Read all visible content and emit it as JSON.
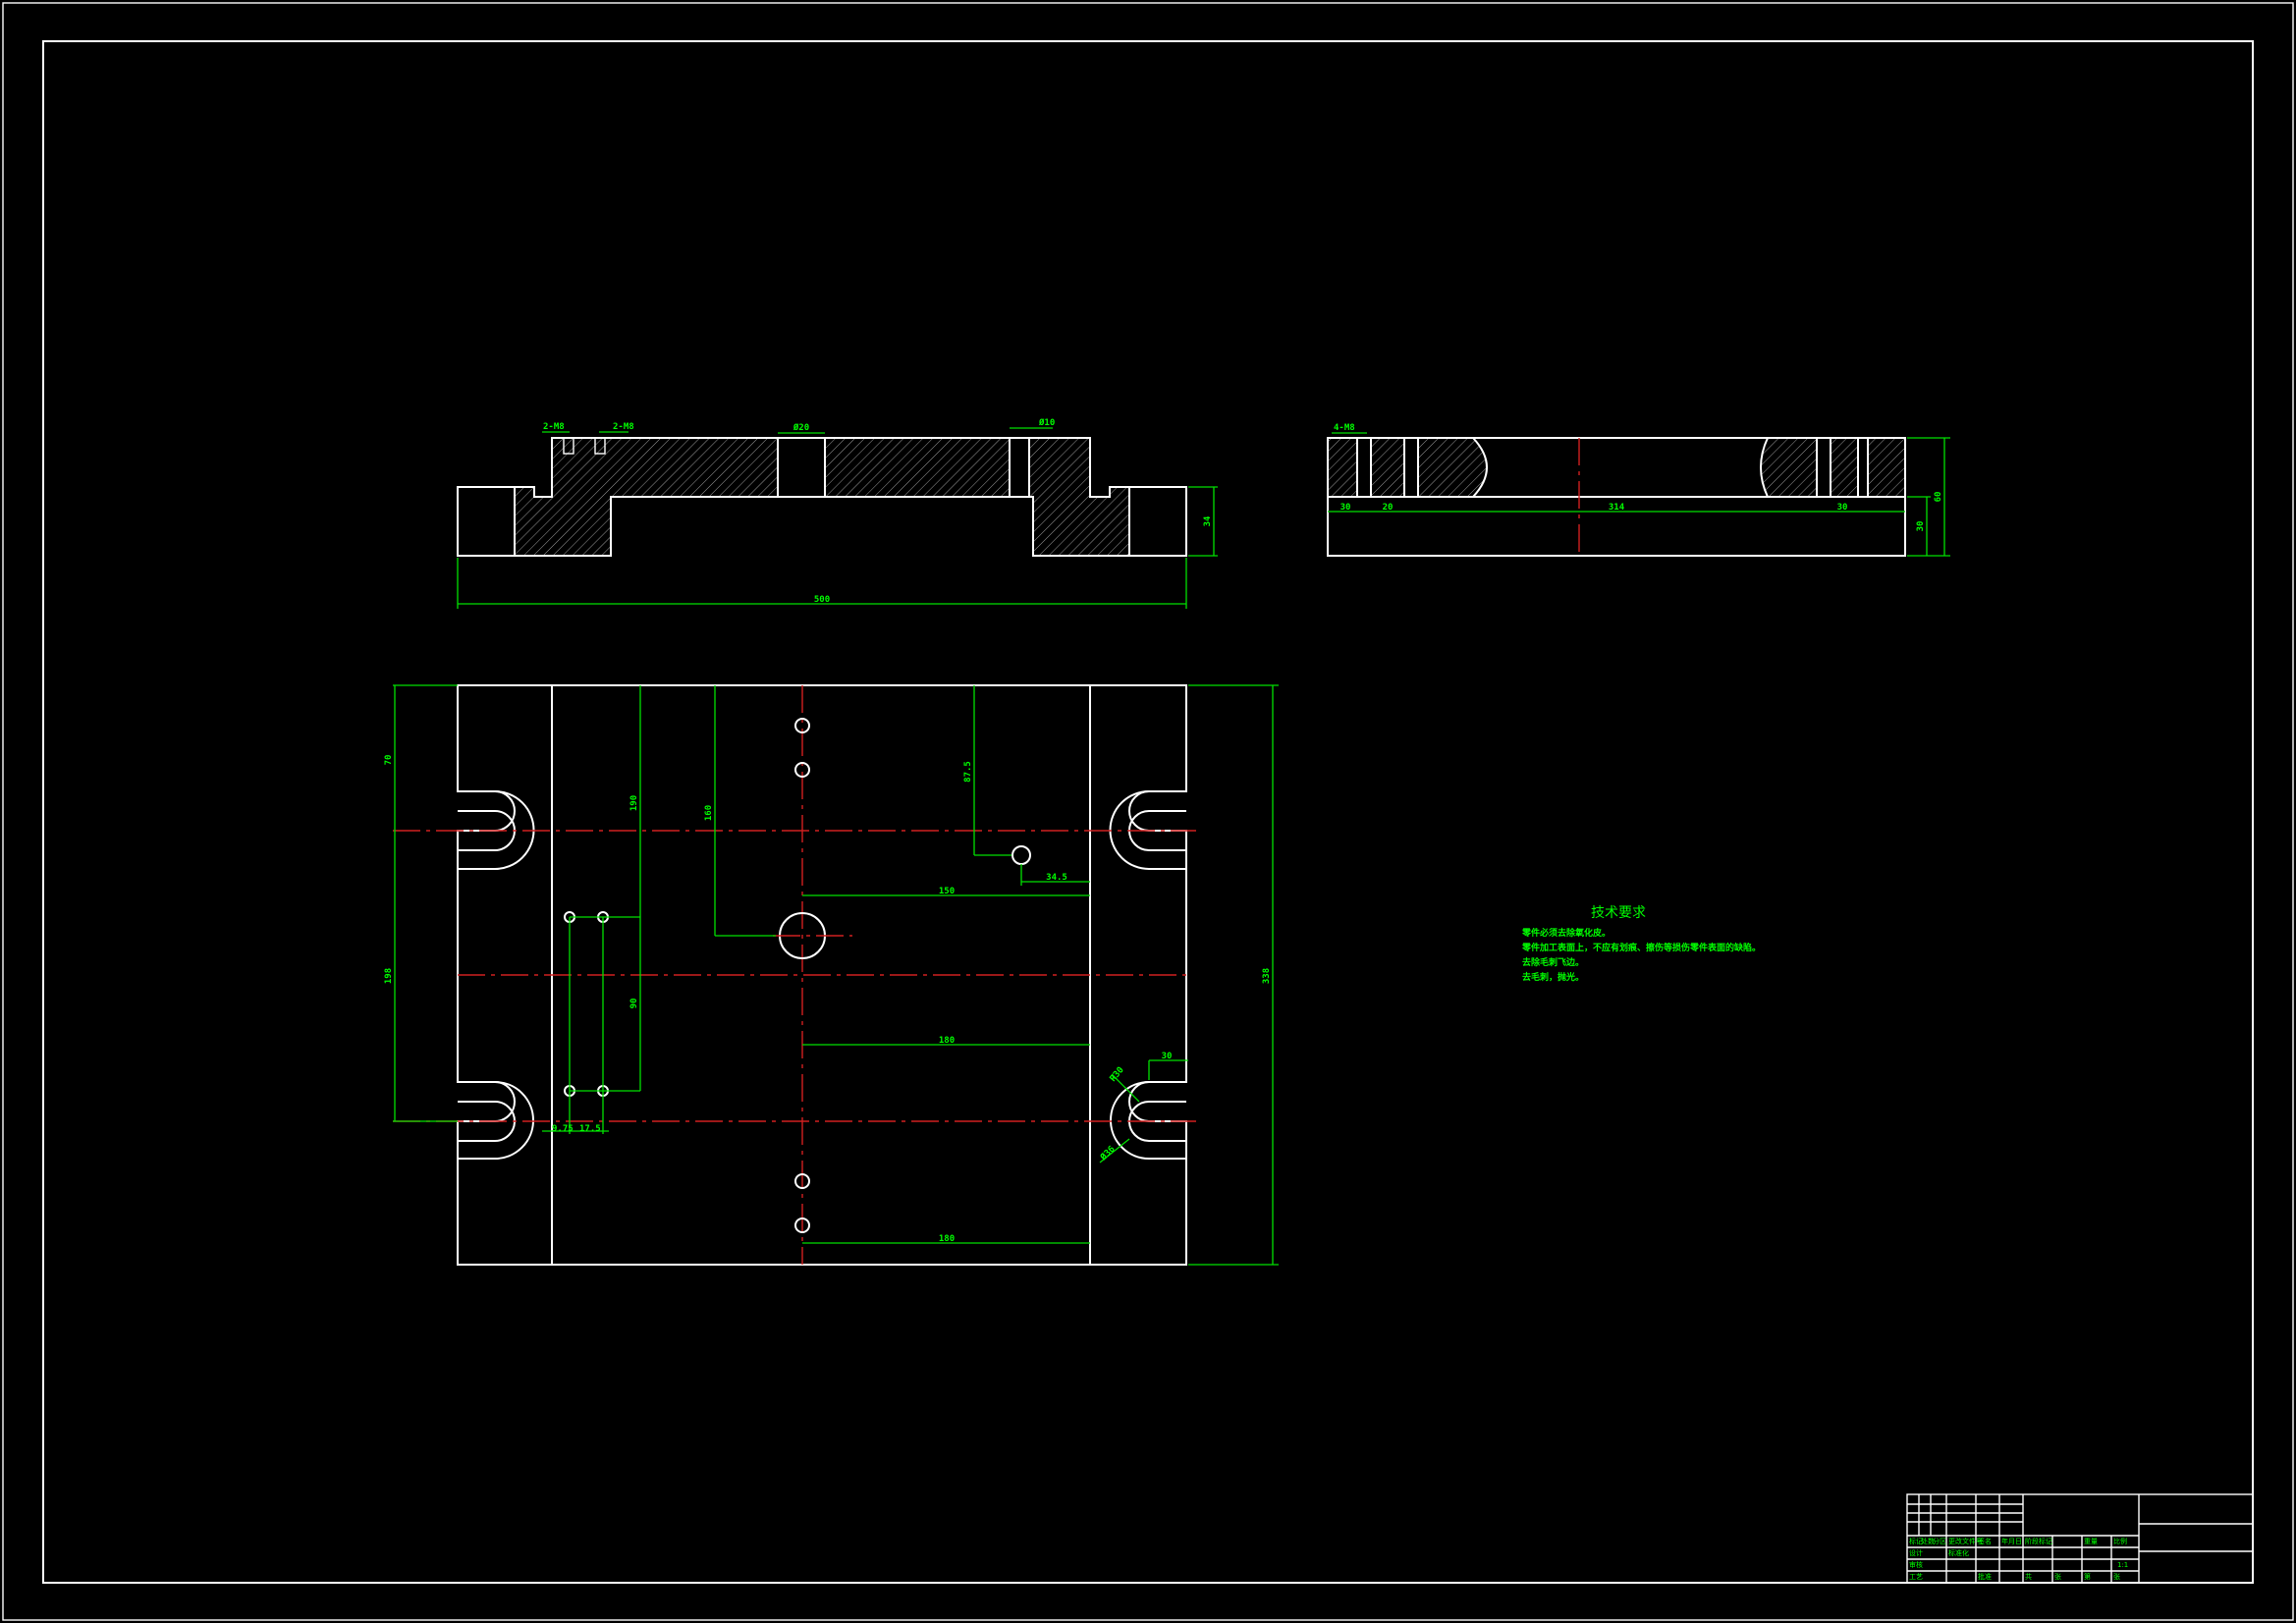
{
  "drawing": {
    "dimensions": {
      "front_screw_left": "2-M8",
      "front_screw_right": "2-M8",
      "front_hole_center": "Ø20",
      "front_hole_right": "Ø10",
      "front_height": "34",
      "front_width": "500",
      "side_screw": "4-M8",
      "side_seg1": "30",
      "side_seg2": "20",
      "side_center": "314",
      "side_seg4": "30",
      "side_height_total": "60",
      "side_height_lower": "30",
      "plan_left_top": "70",
      "plan_left_mid": "198",
      "plan_inner_190": "190",
      "plan_inner_160": "160",
      "plan_inner_90": "90",
      "plan_87": "87.5",
      "plan_34": "34.5",
      "plan_150": "150",
      "plan_180a": "180",
      "plan_180b": "180",
      "plan_right_height": "338",
      "plan_radius_right": "R30",
      "plan_dia_right": "Ø36",
      "plan_30_right": "30",
      "plan_bottom_left_a": "9.75",
      "plan_bottom_left_b": "17.5"
    },
    "technical_requirements": {
      "title": "技术要求",
      "items": [
        "零件必须去除氧化皮。",
        "零件加工表面上，不应有划痕、擦伤等损伤零件表面的缺陷。",
        "去除毛刺飞边。",
        "去毛刺，抛光。"
      ]
    },
    "title_block": {
      "cells": [
        "标记",
        "处数",
        "分区",
        "更改文件号",
        "签名",
        "年月日",
        "设计",
        "标准化",
        "阶段标记",
        "重量",
        "比例",
        "审核",
        "工艺",
        "批准",
        "共",
        "张",
        "第",
        "张",
        "1:1"
      ]
    },
    "colors": {
      "background": "#000000",
      "outline": "#ffffff",
      "dimension": "#00ff00",
      "centerline": "#d02020"
    }
  }
}
